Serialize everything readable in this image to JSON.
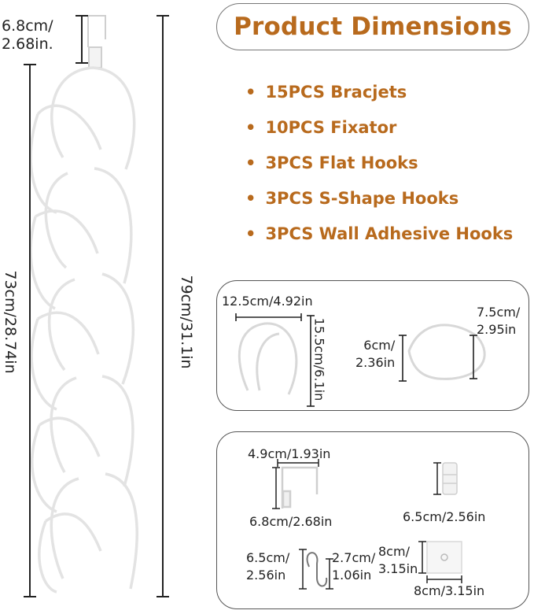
{
  "title": "Product Dimensions",
  "items": [
    "15PCS Bracjets",
    "10PCS Fixator",
    "3PCS Flat Hooks",
    "3PCS S-Shape Hooks",
    "3PCS Wall Adhesive Hooks"
  ],
  "left_dims": {
    "top_hook": [
      "6.8cm/",
      "2.68in."
    ],
    "body_length": "73cm/28.74in",
    "total_length": "79cm/31.1in"
  },
  "bracket_box": {
    "width": "12.5cm/4.92in",
    "height": "15.5cm/6.1in",
    "fixator_depth": [
      "6cm/",
      "2.36in"
    ],
    "fixator_height": [
      "7.5cm/",
      "2.95in"
    ]
  },
  "hooks_box": {
    "flat_hook_width": "4.9cm/1.93in",
    "flat_hook_height": "6.8cm/2.68in",
    "clip_height": "6.5cm/2.56in",
    "s_hook_height": [
      "6.5cm/",
      "2.56in"
    ],
    "s_hook_width": [
      "2.7cm/",
      "1.06in"
    ],
    "adhesive_height": [
      "8cm/",
      "3.15in"
    ],
    "adhesive_width": "8cm/3.15in"
  },
  "colors": {
    "accent": "#b86a1d",
    "line": "#222222",
    "rack": "#e8e8e8"
  }
}
